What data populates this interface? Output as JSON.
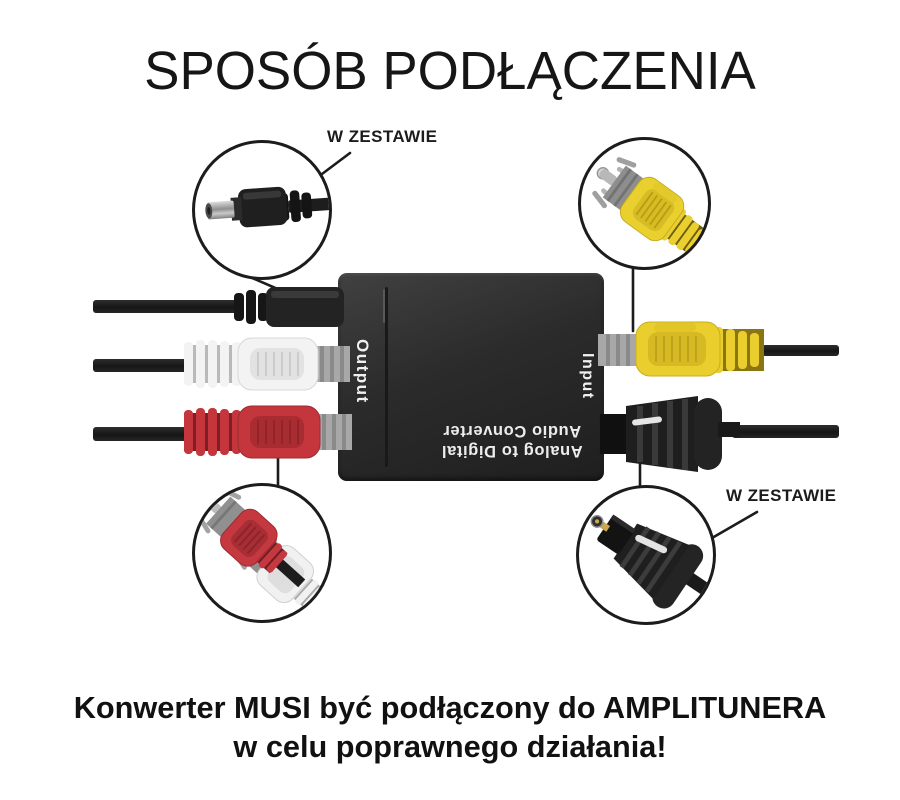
{
  "title": "SPOSÓB PODŁĄCZENIA",
  "callouts": {
    "top_left": {
      "label": "W ZESTAWIE",
      "content": "dc-power-plug"
    },
    "top_right": {
      "content": "yellow-rca-plug"
    },
    "bottom_left": {
      "content": "red-and-white-rca-plugs"
    },
    "bottom_right": {
      "label": "W ZESTAWIE",
      "content": "toslink-optical-plug"
    }
  },
  "device": {
    "output_label": "Output",
    "input_label": "Input",
    "name_line1": "Analog to Digital",
    "name_line2": "Audio Converter",
    "body_color": "#2c2c2c",
    "label_color": "#f0f0f0"
  },
  "connections": {
    "left": [
      "power-cable",
      "white-rca-cable",
      "red-rca-cable"
    ],
    "right": [
      "yellow-coaxial-cable",
      "optical-toslink-cable"
    ]
  },
  "colors": {
    "background": "#ffffff",
    "text": "#161616",
    "rca_white": "#f1f1f1",
    "rca_red": "#c5383f",
    "rca_yellow": "#ead02f",
    "cable_black": "#1f1f1f",
    "silver": "#a8a8a8",
    "toslink_gold": "#c9a84e"
  },
  "caption": {
    "line1": "Konwerter MUSI być podłączony do AMPLITUNERA",
    "line2": "w celu poprawnego działania!"
  }
}
